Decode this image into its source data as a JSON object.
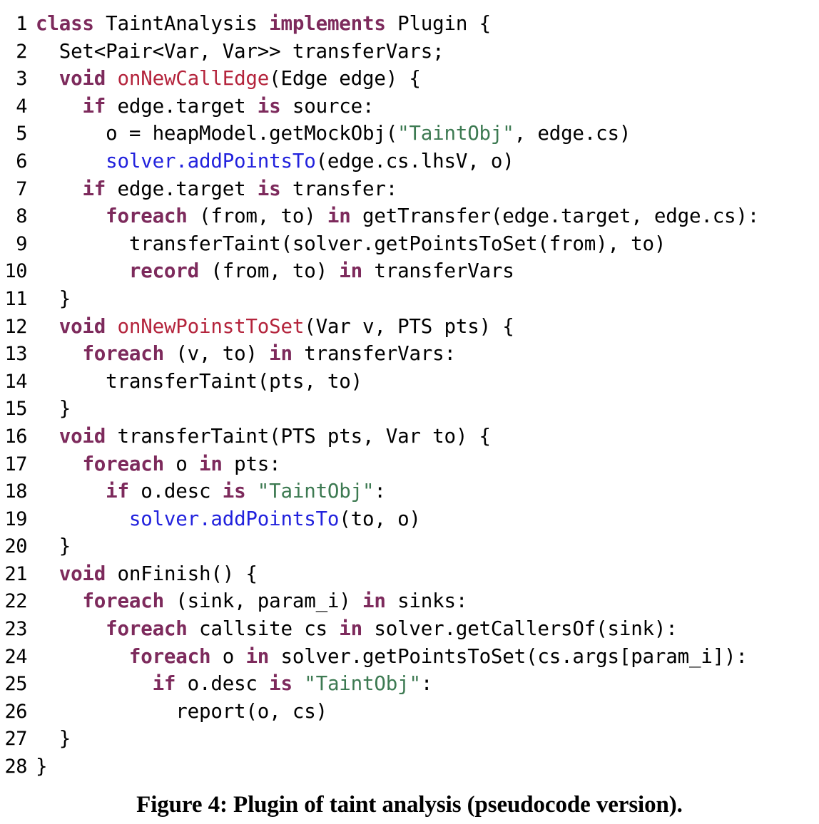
{
  "figure": {
    "caption": "Figure 4: Plugin of taint analysis (pseudocode version).",
    "language": "pseudocode",
    "background_color": "#ffffff",
    "colors": {
      "keyword": "#7d2a5c",
      "function_name": "#b4243c",
      "string": "#3d7a52",
      "api_call": "#2222dd",
      "plain_text": "#000000",
      "line_number": "#000000"
    }
  },
  "code": {
    "first_line_number": 1,
    "last_line_number": 28,
    "lines": [
      {
        "number": "1",
        "text": "class TaintAnalysis implements Plugin {",
        "tokens": [
          {
            "t": "class",
            "c": "kw"
          },
          {
            "t": " TaintAnalysis ",
            "c": "plain"
          },
          {
            "t": "implements",
            "c": "kw"
          },
          {
            "t": " Plugin {",
            "c": "plain"
          }
        ]
      },
      {
        "number": "2",
        "text": "  Set<Pair<Var, Var>> transferVars;",
        "tokens": [
          {
            "t": "  Set<Pair<Var, Var>> transferVars;",
            "c": "plain"
          }
        ]
      },
      {
        "number": "3",
        "text": "  void onNewCallEdge(Edge edge) {",
        "tokens": [
          {
            "t": "  ",
            "c": "plain"
          },
          {
            "t": "void",
            "c": "kw"
          },
          {
            "t": " ",
            "c": "plain"
          },
          {
            "t": "onNewCallEdge",
            "c": "fn"
          },
          {
            "t": "(Edge edge) {",
            "c": "plain"
          }
        ]
      },
      {
        "number": "4",
        "text": "    if edge.target is source:",
        "tokens": [
          {
            "t": "    ",
            "c": "plain"
          },
          {
            "t": "if",
            "c": "kw"
          },
          {
            "t": " edge.target ",
            "c": "plain"
          },
          {
            "t": "is",
            "c": "kw"
          },
          {
            "t": " source:",
            "c": "plain"
          }
        ]
      },
      {
        "number": "5",
        "text": "      o = heapModel.getMockObj(\"TaintObj\", edge.cs)",
        "tokens": [
          {
            "t": "      o = heapModel.getMockObj(",
            "c": "plain"
          },
          {
            "t": "\"TaintObj\"",
            "c": "str"
          },
          {
            "t": ", edge.cs)",
            "c": "plain"
          }
        ]
      },
      {
        "number": "6",
        "text": "      solver.addPointsTo(edge.cs.lhsV, o)",
        "tokens": [
          {
            "t": "      ",
            "c": "plain"
          },
          {
            "t": "solver.addPointsTo",
            "c": "api"
          },
          {
            "t": "(edge.cs.lhsV, o)",
            "c": "plain"
          }
        ]
      },
      {
        "number": "7",
        "text": "    if edge.target is transfer:",
        "tokens": [
          {
            "t": "    ",
            "c": "plain"
          },
          {
            "t": "if",
            "c": "kw"
          },
          {
            "t": " edge.target ",
            "c": "plain"
          },
          {
            "t": "is",
            "c": "kw"
          },
          {
            "t": " transfer:",
            "c": "plain"
          }
        ]
      },
      {
        "number": "8",
        "text": "      foreach (from, to) in getTransfer(edge.target, edge.cs):",
        "tokens": [
          {
            "t": "      ",
            "c": "plain"
          },
          {
            "t": "foreach",
            "c": "kw"
          },
          {
            "t": " (from, to) ",
            "c": "plain"
          },
          {
            "t": "in",
            "c": "kw"
          },
          {
            "t": " getTransfer(edge.target, edge.cs):",
            "c": "plain"
          }
        ]
      },
      {
        "number": "9",
        "text": "        transferTaint(solver.getPointsToSet(from), to)",
        "tokens": [
          {
            "t": "        transferTaint(solver.getPointsToSet(from), to)",
            "c": "plain"
          }
        ]
      },
      {
        "number": "10",
        "text": "        record (from, to) in transferVars",
        "tokens": [
          {
            "t": "        ",
            "c": "plain"
          },
          {
            "t": "record",
            "c": "kw"
          },
          {
            "t": " (from, to) ",
            "c": "plain"
          },
          {
            "t": "in",
            "c": "kw"
          },
          {
            "t": " transferVars",
            "c": "plain"
          }
        ]
      },
      {
        "number": "11",
        "text": "  }",
        "tokens": [
          {
            "t": "  }",
            "c": "plain"
          }
        ]
      },
      {
        "number": "12",
        "text": "  void onNewPoinstToSet(Var v, PTS pts) {",
        "tokens": [
          {
            "t": "  ",
            "c": "plain"
          },
          {
            "t": "void",
            "c": "kw"
          },
          {
            "t": " ",
            "c": "plain"
          },
          {
            "t": "onNewPoinstToSet",
            "c": "fn"
          },
          {
            "t": "(Var v, PTS pts) {",
            "c": "plain"
          }
        ]
      },
      {
        "number": "13",
        "text": "    foreach (v, to) in transferVars:",
        "tokens": [
          {
            "t": "    ",
            "c": "plain"
          },
          {
            "t": "foreach",
            "c": "kw"
          },
          {
            "t": " (v, to) ",
            "c": "plain"
          },
          {
            "t": "in",
            "c": "kw"
          },
          {
            "t": " transferVars:",
            "c": "plain"
          }
        ]
      },
      {
        "number": "14",
        "text": "      transferTaint(pts, to)",
        "tokens": [
          {
            "t": "      transferTaint(pts, to)",
            "c": "plain"
          }
        ]
      },
      {
        "number": "15",
        "text": "  }",
        "tokens": [
          {
            "t": "  }",
            "c": "plain"
          }
        ]
      },
      {
        "number": "16",
        "text": "  void transferTaint(PTS pts, Var to) {",
        "tokens": [
          {
            "t": "  ",
            "c": "plain"
          },
          {
            "t": "void",
            "c": "kw"
          },
          {
            "t": " transferTaint(PTS pts, Var to) {",
            "c": "plain"
          }
        ]
      },
      {
        "number": "17",
        "text": "    foreach o in pts:",
        "tokens": [
          {
            "t": "    ",
            "c": "plain"
          },
          {
            "t": "foreach",
            "c": "kw"
          },
          {
            "t": " o ",
            "c": "plain"
          },
          {
            "t": "in",
            "c": "kw"
          },
          {
            "t": " pts:",
            "c": "plain"
          }
        ]
      },
      {
        "number": "18",
        "text": "      if o.desc is \"TaintObj\":",
        "tokens": [
          {
            "t": "      ",
            "c": "plain"
          },
          {
            "t": "if",
            "c": "kw"
          },
          {
            "t": " o.desc ",
            "c": "plain"
          },
          {
            "t": "is",
            "c": "kw"
          },
          {
            "t": " ",
            "c": "plain"
          },
          {
            "t": "\"TaintObj\"",
            "c": "str"
          },
          {
            "t": ":",
            "c": "plain"
          }
        ]
      },
      {
        "number": "19",
        "text": "        solver.addPointsTo(to, o)",
        "tokens": [
          {
            "t": "        ",
            "c": "plain"
          },
          {
            "t": "solver.addPointsTo",
            "c": "api"
          },
          {
            "t": "(to, o)",
            "c": "plain"
          }
        ]
      },
      {
        "number": "20",
        "text": "  }",
        "tokens": [
          {
            "t": "  }",
            "c": "plain"
          }
        ]
      },
      {
        "number": "21",
        "text": "  void onFinish() {",
        "tokens": [
          {
            "t": "  ",
            "c": "plain"
          },
          {
            "t": "void",
            "c": "kw"
          },
          {
            "t": " onFinish() {",
            "c": "plain"
          }
        ]
      },
      {
        "number": "22",
        "text": "    foreach (sink, param_i) in sinks:",
        "tokens": [
          {
            "t": "    ",
            "c": "plain"
          },
          {
            "t": "foreach",
            "c": "kw"
          },
          {
            "t": " (sink, param_i) ",
            "c": "plain"
          },
          {
            "t": "in",
            "c": "kw"
          },
          {
            "t": " sinks:",
            "c": "plain"
          }
        ]
      },
      {
        "number": "23",
        "text": "      foreach callsite cs in solver.getCallersOf(sink):",
        "tokens": [
          {
            "t": "      ",
            "c": "plain"
          },
          {
            "t": "foreach",
            "c": "kw"
          },
          {
            "t": " callsite cs ",
            "c": "plain"
          },
          {
            "t": "in",
            "c": "kw"
          },
          {
            "t": " solver.getCallersOf(sink):",
            "c": "plain"
          }
        ]
      },
      {
        "number": "24",
        "text": "        foreach o in solver.getPointsToSet(cs.args[param_i]):",
        "tokens": [
          {
            "t": "        ",
            "c": "plain"
          },
          {
            "t": "foreach",
            "c": "kw"
          },
          {
            "t": " o ",
            "c": "plain"
          },
          {
            "t": "in",
            "c": "kw"
          },
          {
            "t": " solver.getPointsToSet(cs.args[param_i]):",
            "c": "plain"
          }
        ]
      },
      {
        "number": "25",
        "text": "          if o.desc is \"TaintObj\":",
        "tokens": [
          {
            "t": "          ",
            "c": "plain"
          },
          {
            "t": "if",
            "c": "kw"
          },
          {
            "t": " o.desc ",
            "c": "plain"
          },
          {
            "t": "is",
            "c": "kw"
          },
          {
            "t": " ",
            "c": "plain"
          },
          {
            "t": "\"TaintObj\"",
            "c": "str"
          },
          {
            "t": ":",
            "c": "plain"
          }
        ]
      },
      {
        "number": "26",
        "text": "            report(o, cs)",
        "tokens": [
          {
            "t": "            report(o, cs)",
            "c": "plain"
          }
        ]
      },
      {
        "number": "27",
        "text": "  }",
        "tokens": [
          {
            "t": "  }",
            "c": "plain"
          }
        ]
      },
      {
        "number": "28",
        "text": "}",
        "tokens": [
          {
            "t": "}",
            "c": "plain"
          }
        ]
      }
    ]
  }
}
